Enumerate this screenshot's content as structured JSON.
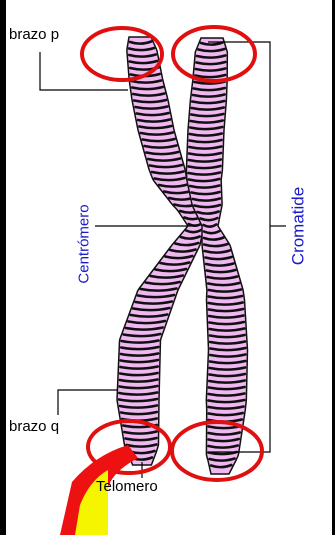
{
  "labels": {
    "brazo_p": "brazo p",
    "brazo_q": "brazo q",
    "centromero": "Centrómero",
    "cromatide": "Cromatide",
    "telomero": "Telomero"
  },
  "colors": {
    "background": "#000000",
    "panel": "#ffffff",
    "chromosome_fill": "#f0b8f0",
    "band_stroke": "#111111",
    "circle_stroke": "#e01010",
    "pointer_red": "#ee1111",
    "pointer_yellow": "#f5f500",
    "label_blue": "#1a1acc",
    "label_black": "#000000"
  }
}
